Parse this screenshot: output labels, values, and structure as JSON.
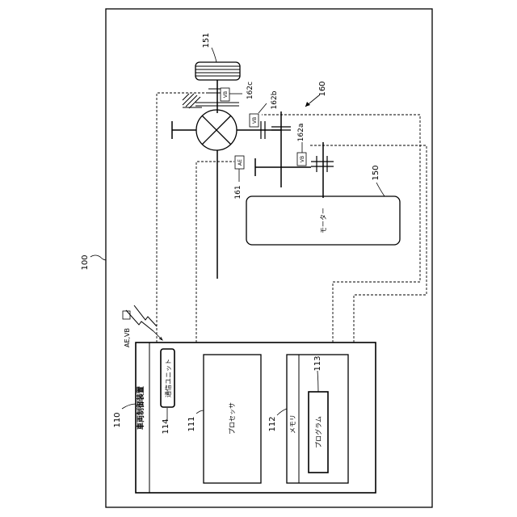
{
  "refs": {
    "system": "100",
    "controller": "110",
    "processor": "111",
    "memory": "112",
    "program": "113",
    "comm_unit": "114",
    "motor": "150",
    "tire": "151",
    "drivetrain": "160",
    "ae_sensor": "161",
    "vb_sensor_a": "162a",
    "vb_sensor_b": "162b",
    "vb_sensor_c": "162c"
  },
  "labels": {
    "controller": "車両制御装置",
    "comm_unit": "通信ユニット",
    "processor": "プロセッサ",
    "memory": "メモリ",
    "program": "プログラム",
    "motor": "モーター",
    "wireless": "AE,VB",
    "ae_tag": "AE",
    "vb_tag_a": "VB",
    "vb_tag_b": "VB",
    "vb_tag_c": "VB"
  }
}
